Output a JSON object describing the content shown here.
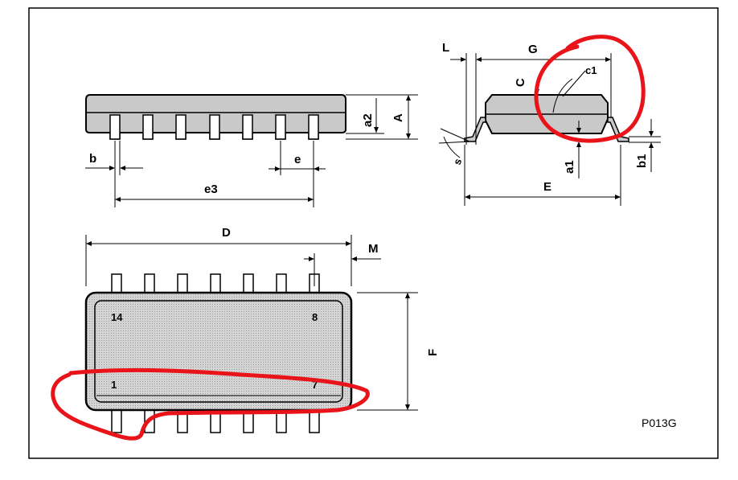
{
  "labels": {
    "a2": "a2",
    "A": "A",
    "b": "b",
    "e": "e",
    "e3": "e3",
    "L": "L",
    "G": "G",
    "C": "C",
    "c1": "c1",
    "s": "s",
    "a1": "a1",
    "b1": "b1",
    "E": "E",
    "D": "D",
    "M": "M",
    "F": "F"
  },
  "pin_numbers": {
    "pin14": "14",
    "pin8": "8",
    "pin1": "1",
    "pin7": "7"
  },
  "figure_code": "P013G",
  "colors": {
    "body": "#c9c9c9",
    "annotation_red": "#e8141a",
    "frame": "#000000"
  }
}
